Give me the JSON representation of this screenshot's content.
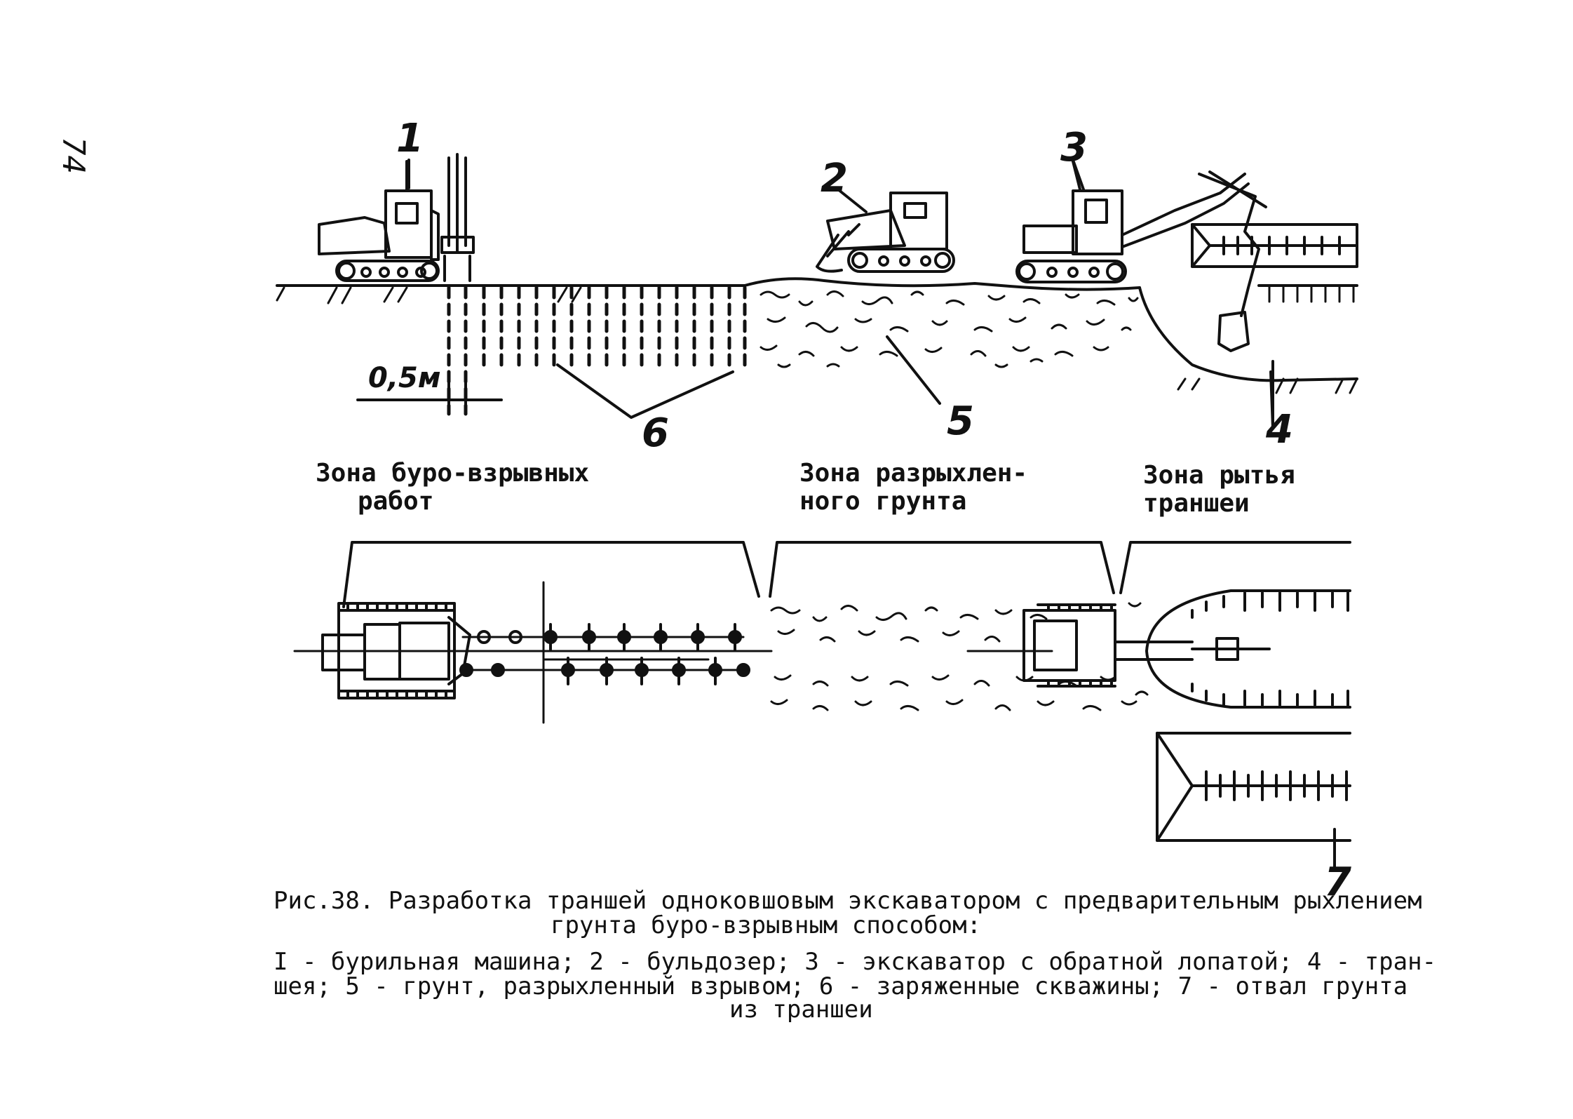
{
  "page_number": "74",
  "labels": {
    "n1": "1",
    "n2": "2",
    "n3": "3",
    "n4": "4",
    "n5": "5",
    "n6": "6",
    "n7": "7",
    "scale": "0,5м"
  },
  "zones": {
    "drilling": {
      "line1": "Зона буро-взрывных",
      "line2": "работ"
    },
    "loosened": {
      "line1": "Зона разрыхлен-",
      "line2": "ного грунта"
    },
    "trenching": {
      "line1": "Зона рытья",
      "line2": "траншеи"
    }
  },
  "caption": {
    "title_line1": "Рис.38. Разработка траншей одноковшовым экскаватором с предварительным рыхлением",
    "title_line2": "грунта буро-взрывным способом:",
    "legend_line1": "I - бурильная машина; 2 - бульдозер; 3 - экскаватор с обратной лопатой; 4 - тран-",
    "legend_line2": "шея; 5 - грунт, разрыхленный взрывом; 6 - заряженные скважины; 7 - отвал грунта",
    "legend_line3": "из траншеи"
  },
  "colors": {
    "ink": "#111111",
    "paper": "#ffffff"
  }
}
